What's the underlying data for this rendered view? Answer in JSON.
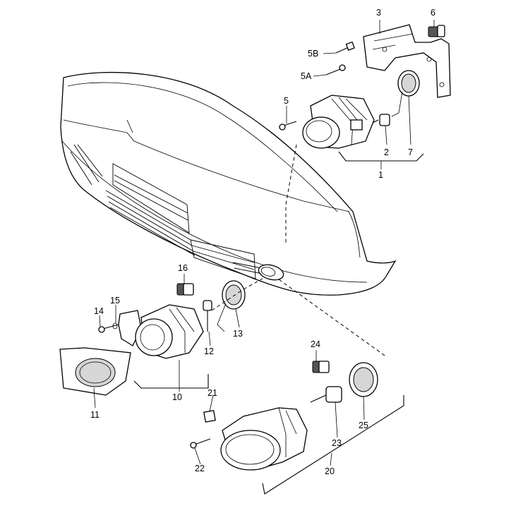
{
  "callouts": {
    "c1": "1",
    "c2": "2",
    "c3": "3",
    "c5": "5",
    "c5a": "5A",
    "c5b": "5B",
    "c6": "6",
    "c7": "7",
    "c10": "10",
    "c11": "11",
    "c12": "12",
    "c13": "13",
    "c14": "14",
    "c15": "15",
    "c16": "16",
    "c20": "20",
    "c21": "21",
    "c22": "22",
    "c23": "23",
    "c24": "24",
    "c25": "25"
  }
}
